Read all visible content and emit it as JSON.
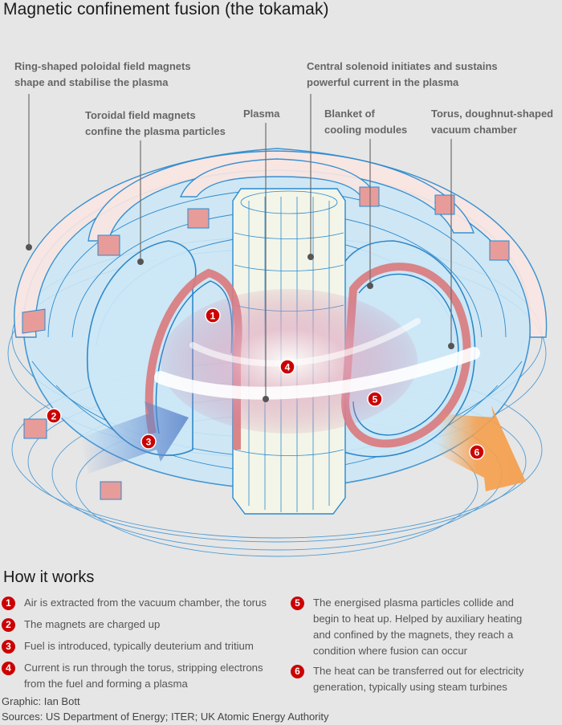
{
  "title": "Magnetic confinement fusion (the tokamak)",
  "colors": {
    "background": "#e6e6e6",
    "magnet_blue": "#cce8f7",
    "line_blue": "#2a8ad0",
    "pink_magnet": "#f9e6e3",
    "pink_block": "#e79c9a",
    "plasma": "#c97ca3",
    "solenoid": "#f3f5e8",
    "badge_red": "#cc0000",
    "fuel_arrow": "#5d86cc",
    "heat_arrow": "#f5a04e"
  },
  "callouts": {
    "poloidal": "Ring-shaped poloidal field magnets\nshape and stabilise the plasma",
    "toroidal": "Toroidal field magnets\nconfine the plasma particles",
    "plasma": "Plasma",
    "solenoid": "Central solenoid initiates and sustains\npowerful current in the plasma",
    "blanket": "Blanket of\ncooling modules",
    "torus": "Torus, doughnut-shaped\nvacuum chamber"
  },
  "markers": [
    "1",
    "2",
    "3",
    "4",
    "5",
    "6"
  ],
  "how_it_works": {
    "title": "How it works",
    "steps": [
      {
        "num": "1",
        "text": "Air is extracted from the vacuum chamber, the torus"
      },
      {
        "num": "2",
        "text": "The magnets are charged up"
      },
      {
        "num": "3",
        "text": "Fuel is introduced, typically deuterium and tritium"
      },
      {
        "num": "4",
        "text": "Current is run through the torus, stripping electrons\nfrom the fuel and forming a plasma"
      },
      {
        "num": "5",
        "text": "The energised plasma particles collide and\nbegin to heat up. Helped by auxiliary heating\nand confined by the magnets, they reach a\ncondition where fusion can occur"
      },
      {
        "num": "6",
        "text": "The heat can be transferred out for electricity\ngeneration, typically using steam turbines"
      }
    ]
  },
  "credits": {
    "graphic": "Graphic: Ian Bott",
    "sources": "Sources: US Department of Energy; ITER; UK Atomic Energy Authority"
  }
}
